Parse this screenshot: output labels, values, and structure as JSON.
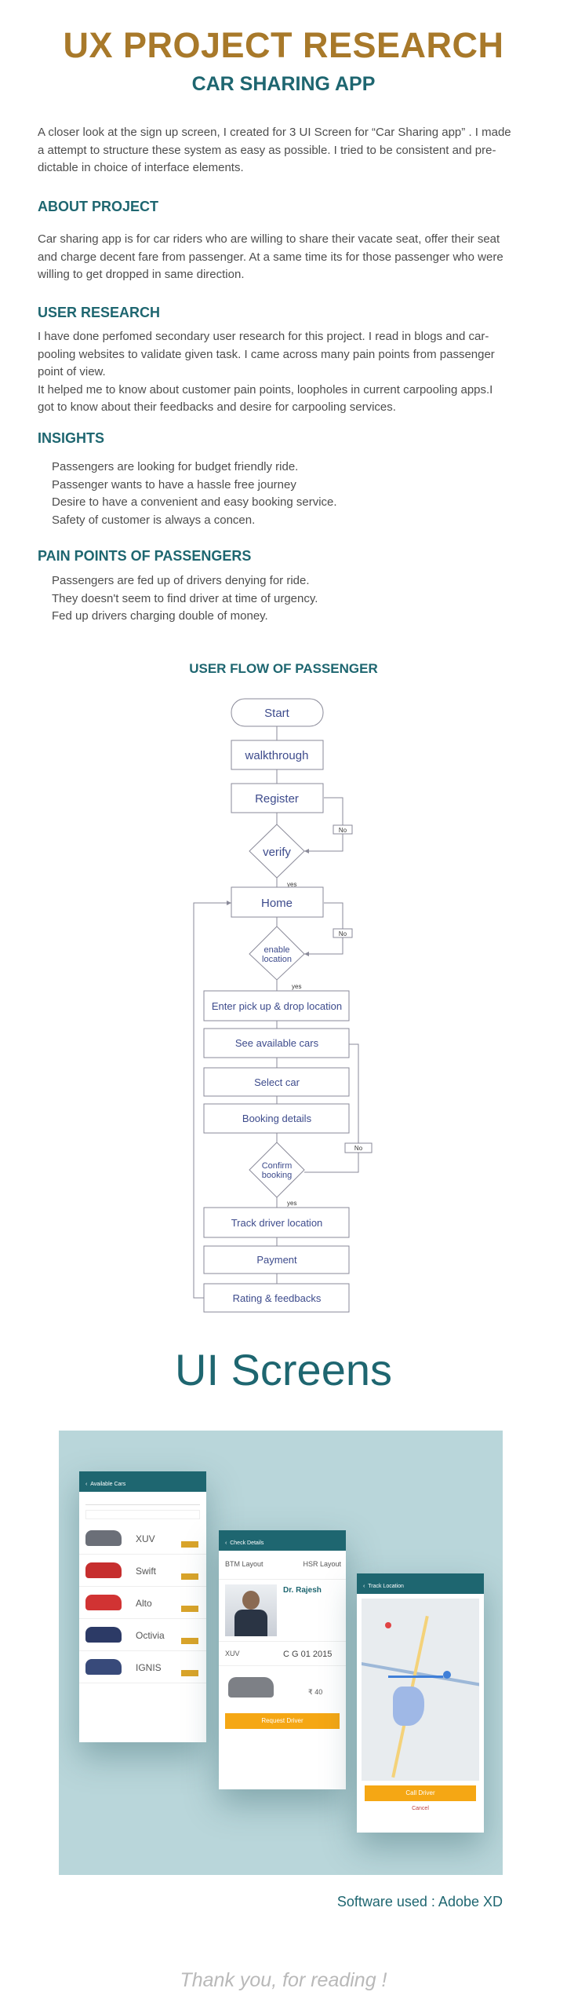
{
  "header": {
    "title": "UX PROJECT RESEARCH",
    "subtitle": "CAR SHARING APP"
  },
  "intro": {
    "lines": [
      "A closer look at the sign up screen, I created for 3 UI Screen for “Car Sharing app” . I made",
      "a attempt to structure these system as easy as possible. I tried to be consistent and pre-",
      "dictable in  choice of interface elements."
    ]
  },
  "about": {
    "heading": "ABOUT PROJECT",
    "lines": [
      "Car sharing app is for car riders who are willing to share their vacate seat, offer their seat",
      "and charge decent fare from passenger. At a same time its for those passenger who were",
      "willing to get dropped in same direction."
    ]
  },
  "research": {
    "heading": "USER RESEARCH",
    "lines": [
      "I have done perfomed secondary user research for this project. I read in blogs and car-",
      "pooling websites to validate given task. I came across many pain points from passenger",
      "point of view.",
      "It helped me to know about customer pain points,  loopholes in current carpooling apps.I",
      "got to know about their feedbacks and desire for carpooling services."
    ]
  },
  "insights": {
    "heading": "INSIGHTS",
    "items": [
      "Passengers are looking for budget friendly ride.",
      "Passenger wants to have a hassle free journey",
      "Desire to have a convenient and easy booking service.",
      "Safety of customer is always a concen."
    ]
  },
  "pain_points": {
    "heading": "PAIN POINTS OF PASSENGERS",
    "items": [
      "Passengers are fed up of drivers denying for ride.",
      "They doesn't seem to find driver at time of urgency.",
      "Fed up drivers charging double of money."
    ]
  },
  "flow": {
    "title": "USER FLOW OF PASSENGER",
    "start": "Start",
    "walkthrough": "walkthrough",
    "register": "Register",
    "verify": "verify",
    "home": "Home",
    "enable_1": "enable",
    "enable_2": "location",
    "pickup": "Enter pick up & drop location",
    "available": "See available cars",
    "select": "Select car",
    "booking": "Booking details",
    "confirm_1": "Confirm",
    "confirm_2": "booking",
    "track": "Track driver location",
    "payment": "Payment",
    "rating": "Rating & feedbacks",
    "yes": "yes",
    "no": "No"
  },
  "ui": {
    "title": "UI Screens",
    "screen1": {
      "header": "Available Cars",
      "cars": [
        "XUV",
        "Swift",
        "Alto",
        "Octivia",
        "IGNIS"
      ]
    },
    "screen2": {
      "header": "Check Details",
      "from": "BTM Layout",
      "to": "HSR Layout",
      "driver": "Dr. Rajesh",
      "car": "XUV",
      "plate": "C G 01 2015",
      "fare": "₹ 40",
      "button": "Request Driver"
    },
    "screen3": {
      "header": "Track Location",
      "button": "Call Driver",
      "cancel": "Cancel"
    }
  },
  "footer": {
    "software": "Software used : Adobe XD",
    "thanks": "Thank you, for reading !"
  },
  "colors": {
    "title": "#a8792a",
    "accent": "#1e6670",
    "flow_text": "#3d4b8c",
    "button": "#f5a714"
  }
}
